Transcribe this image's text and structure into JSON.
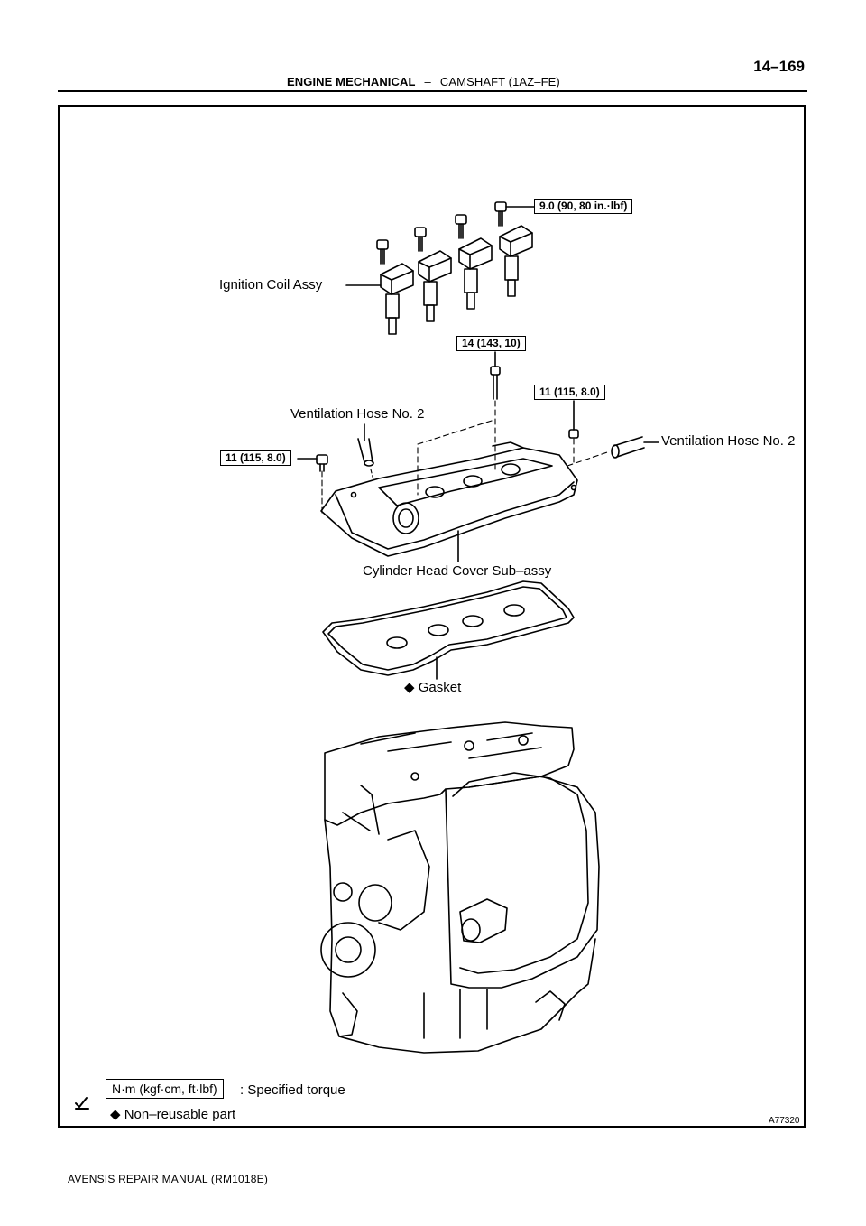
{
  "header": {
    "section": "ENGINE MECHANICAL",
    "separator": "–",
    "subsection": "CAMSHAFT (1AZ–FE)",
    "page_number": "14–169"
  },
  "torque_boxes": {
    "coil_bolt": "9.0 (90, 80 in.·lbf)",
    "center_bolt": "14 (143, 10)",
    "right_nut": "11 (115, 8.0)",
    "left_nut": "11 (115, 8.0)"
  },
  "labels": {
    "ignition_coil": "Ignition Coil Assy",
    "vent_hose_left": "Ventilation Hose No. 2",
    "vent_hose_right": "Ventilation Hose No. 2",
    "head_cover": "Cylinder Head Cover Sub–assy",
    "gasket_symbol": "◆",
    "gasket": "Gasket"
  },
  "legend": {
    "torque_unit": "N·m (kgf·cm, ft·lbf)",
    "torque_desc": ": Specified torque",
    "nonreusable_symbol": "◆",
    "nonreusable_desc": "Non–reusable part"
  },
  "figure_id": "A77320",
  "footer": "AVENSIS REPAIR MANUAL   (RM1018E)"
}
